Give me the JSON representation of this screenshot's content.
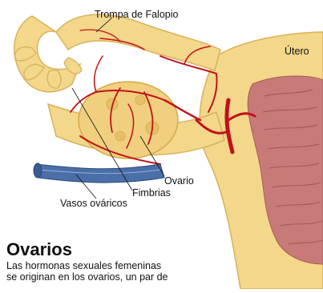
{
  "labels": {
    "fallopian_tube": "Trompa de Falopio",
    "uterus": "Útero",
    "ovary": "Ovario",
    "fimbriae": "Fimbrias",
    "ovarian_vessels": "Vasos ováricos"
  },
  "caption": {
    "title": "Ovarios",
    "line1": "Las hormonas sexuales femeninas",
    "line2": "se originan en los ovarios, un par de"
  },
  "colors": {
    "tissue": "#f3d78a",
    "tissue_shadow": "#d9b25a",
    "uterus_wall": "#c87a78",
    "uterus_fold": "#a85a5a",
    "artery": "#c0121a",
    "vein": "#4a6fa8"
  }
}
